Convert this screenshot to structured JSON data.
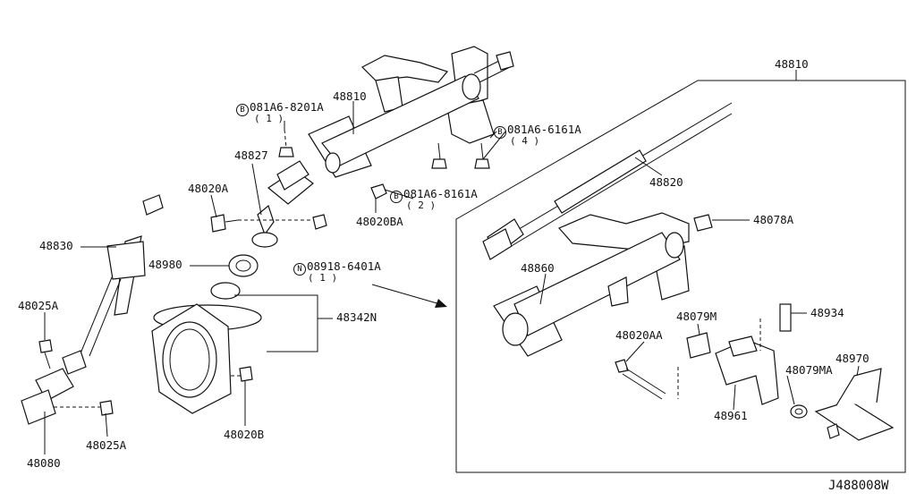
{
  "diagram": {
    "drawing_id": "J488008W",
    "parts": {
      "p48810_top": "48810",
      "p48810_box": "48810",
      "p48820": "48820",
      "p48827": "48827",
      "p48020A": "48020A",
      "p48020BA": "48020BA",
      "p48830": "48830",
      "p48980": "48980",
      "p48342N": "48342N",
      "p48025A_top": "48025A",
      "p48025A_bottom": "48025A",
      "p48080": "48080",
      "p48020B": "48020B",
      "p48078A": "48078A",
      "p48860": "48860",
      "p48079M": "48079M",
      "p48934": "48934",
      "p48020AA": "48020AA",
      "p48079MA": "48079MA",
      "p48970": "48970",
      "p48961": "48961"
    },
    "fasteners": {
      "b8201": {
        "mark": "B",
        "code": "081A6-8201A",
        "qty": "( 1 )"
      },
      "b6161": {
        "mark": "B",
        "code": "081A6-6161A",
        "qty": "( 4 )"
      },
      "b8161": {
        "mark": "B",
        "code": "081A6-8161A",
        "qty": "( 2 )"
      },
      "n6401": {
        "mark": "N",
        "code": "08918-6401A",
        "qty": "( 1 )"
      }
    }
  }
}
